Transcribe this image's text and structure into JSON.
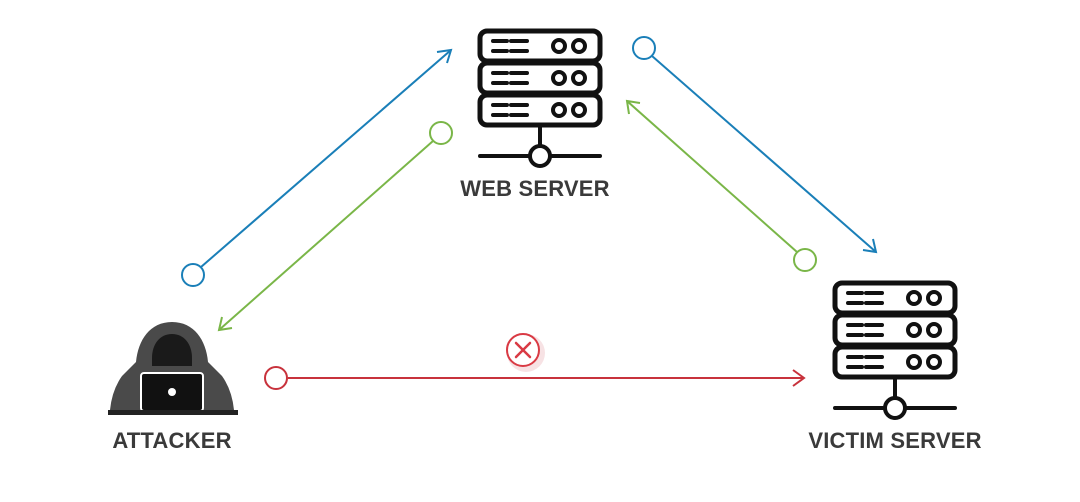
{
  "nodes": {
    "web_server": {
      "label": "WEB SERVER",
      "icon": "server-icon"
    },
    "victim_server": {
      "label": "VICTIM SERVER",
      "icon": "server-icon"
    },
    "attacker": {
      "label": "ATTACKER",
      "icon": "hooded-hacker-laptop-icon"
    }
  },
  "connections": [
    {
      "name": "attacker-to-web-server",
      "color": "#1a7fb8"
    },
    {
      "name": "web-server-to-attacker",
      "color": "#7ab648"
    },
    {
      "name": "web-server-to-victim-server",
      "color": "#1a7fb8"
    },
    {
      "name": "victim-server-to-web-server",
      "color": "#7ab648"
    },
    {
      "name": "attacker-to-victim-server-blocked",
      "color": "#c8323c"
    }
  ],
  "blocked_marker": {
    "icon": "blocked-x-icon",
    "color": "#d93a44"
  }
}
